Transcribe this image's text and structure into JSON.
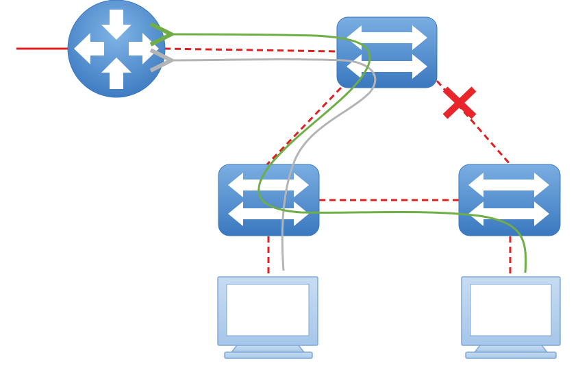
{
  "diagram": {
    "nodes": [
      {
        "id": "router",
        "kind": "router-icon"
      },
      {
        "id": "switch_top",
        "kind": "switch-icon"
      },
      {
        "id": "switch_left",
        "kind": "switch-icon"
      },
      {
        "id": "switch_right",
        "kind": "switch-icon"
      },
      {
        "id": "pc_left",
        "kind": "computer-icon"
      },
      {
        "id": "pc_right",
        "kind": "computer-icon"
      }
    ],
    "links": [
      {
        "from": "uplink",
        "to": "router",
        "style": "solid"
      },
      {
        "from": "router",
        "to": "switch_top",
        "style": "dashed"
      },
      {
        "from": "switch_top",
        "to": "switch_left",
        "style": "dashed"
      },
      {
        "from": "switch_top",
        "to": "switch_right",
        "style": "dashed",
        "blocked": true
      },
      {
        "from": "switch_left",
        "to": "switch_right",
        "style": "dashed"
      },
      {
        "from": "switch_left",
        "to": "pc_left",
        "style": "dashed"
      },
      {
        "from": "switch_right",
        "to": "pc_right",
        "style": "dashed"
      }
    ],
    "paths": [
      {
        "id": "green_path",
        "from": "pc_right",
        "to": "router"
      },
      {
        "id": "gray_path",
        "from": "pc_left",
        "to": "router"
      }
    ],
    "colors": {
      "link": "#e02020",
      "device_light": "#7aaee2",
      "device_dark": "#3a78bf",
      "monitor_fill": "#b8d2ee",
      "monitor_stroke": "#7fa8d6",
      "green_path": "#6fad47",
      "gray_path": "#b4b4b4",
      "blocked_mark": "#e8252a"
    }
  }
}
